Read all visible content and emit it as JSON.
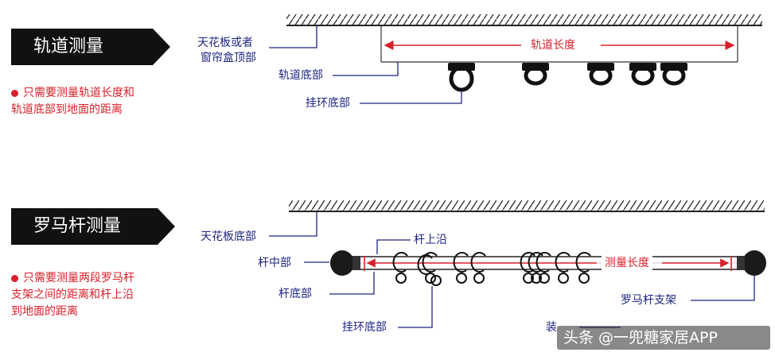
{
  "section1": {
    "title": "轨道测量",
    "note_line1": "只需要测量轨道长度和",
    "note_line2": "轨道底部到地面的距离",
    "label_ceiling_line1": "天花板或者",
    "label_ceiling_line2": "窗帘盒顶部",
    "label_track_length": "轨道长度",
    "label_track_bottom": "轨道底部",
    "label_hook_bottom": "挂环底部"
  },
  "section2": {
    "title": "罗马杆测量",
    "note_line1": "只需要测量两段罗马杆",
    "note_line2": "支架之间的距离和杆上沿",
    "note_line3": "到地面的距离",
    "label_ceiling_bottom": "天花板底部",
    "label_rod_top": "杆上沿",
    "label_rod_middle": "杆中部",
    "label_measure_length": "测量长度",
    "label_rod_bottom": "杆底部",
    "label_bracket": "罗马杆支架",
    "label_ring_bottom": "挂环底部",
    "label_install": "装"
  },
  "watermark": "头条 @一兜糖家居APP",
  "colors": {
    "label_blue": "#1e2580",
    "measure_red": "#d8202a",
    "banner_black": "#111111"
  }
}
